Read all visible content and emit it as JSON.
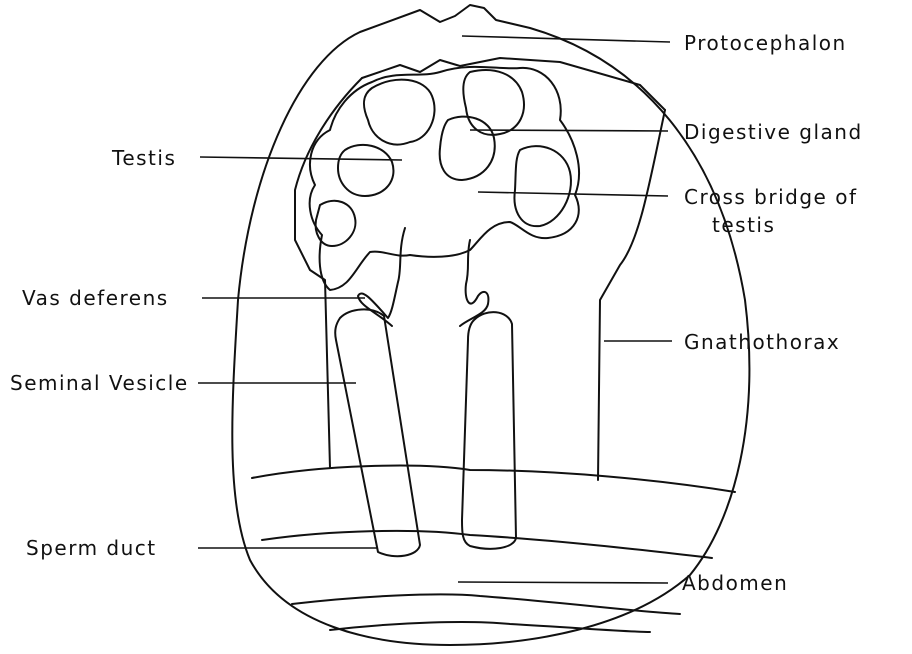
{
  "labels": {
    "protocephalon": "Protocephalon",
    "digestive_gland": "Digestive gland",
    "cross_bridge_line1": "Cross bridge of",
    "cross_bridge_line2": "testis",
    "testis": "Testis",
    "vas_deferens": "Vas deferens",
    "gnathothorax": "Gnathothorax",
    "seminal_vesicle": "Seminal Vesicle",
    "sperm_duct": "Sperm duct",
    "abdomen": "Abdomen"
  },
  "colors": {
    "ink": "#111111",
    "paper": "#ffffff"
  }
}
